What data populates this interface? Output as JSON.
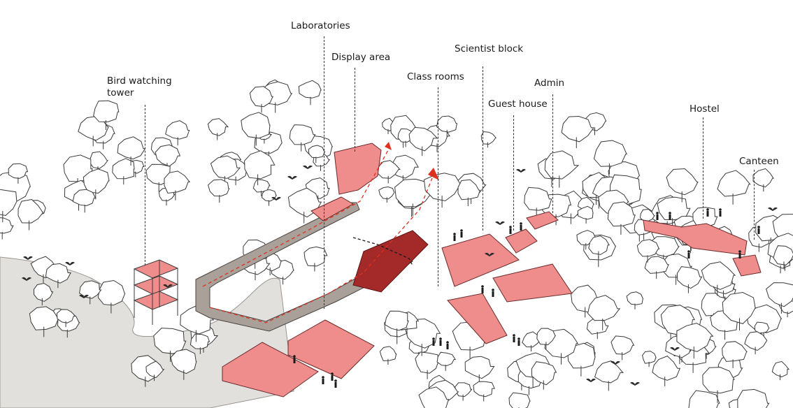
{
  "labels": {
    "bird_tower": [
      "Bird watching",
      "tower"
    ],
    "laboratories": "Laboratories",
    "display_area": "Display area",
    "scientist_block": "Scientist block",
    "class_rooms": "Class rooms",
    "admin": "Admin",
    "guest_house": "Guest house",
    "hostel": "Hostel",
    "canteen": "Canteen"
  },
  "colors": {
    "building_fill": "#ef8c8c",
    "building_stroke": "#6a2a2a",
    "highlight_fill": "#a32a28",
    "walkway_fill": "#a9a09a",
    "ground_fill": "#e2e0dd",
    "tree_stroke": "#3a3a3a",
    "path_arrow": "#e0301e"
  }
}
